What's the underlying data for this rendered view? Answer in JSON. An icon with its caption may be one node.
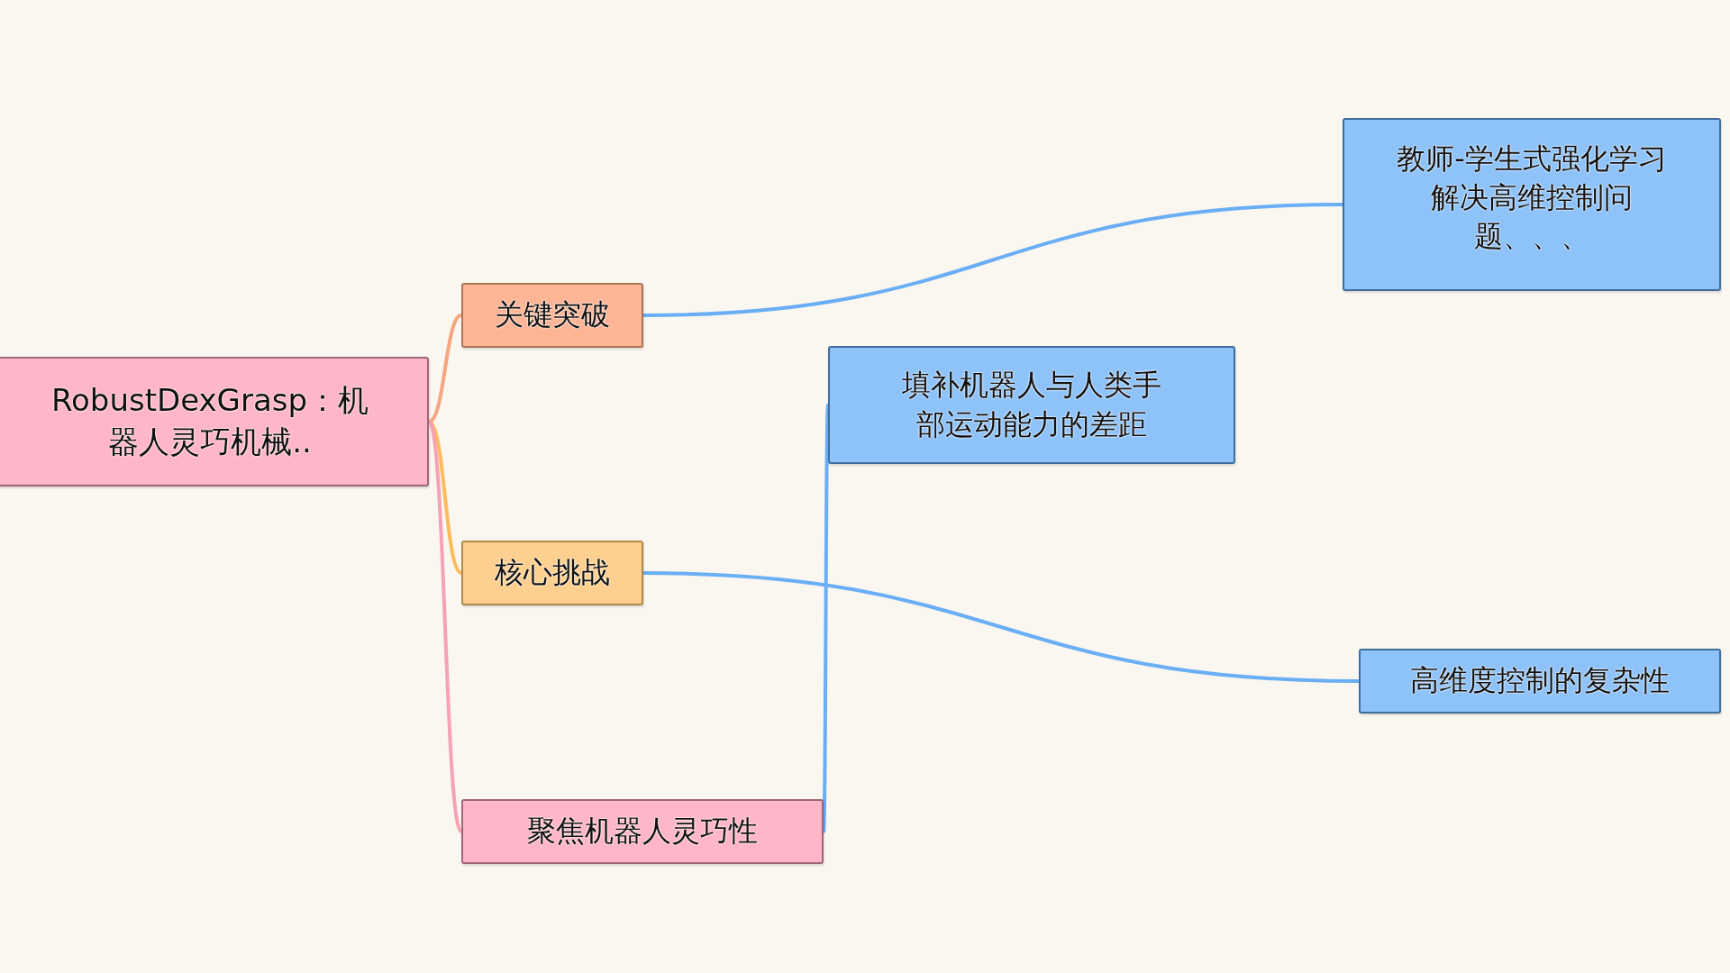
{
  "diagram": {
    "nodes": [
      {
        "text": [
          "RobustDexGrasp：机器人灵巧机械.."
        ]
      },
      {
        "text": [
          "关键突破"
        ]
      },
      {
        "text": [
          "核心挑战"
        ]
      },
      {
        "text": [
          "聚焦机器人灵巧性"
        ]
      },
      {
        "text": [
          "教师-学生式强化学习解决高维控制问题、、、"
        ]
      },
      {
        "text": [
          "填补机器人与人类手部运动能力的差距"
        ]
      },
      {
        "text": [
          "高维度控制的复杂性"
        ]
      }
    ],
    "edges": [
      {
        "from": 0,
        "to": 1,
        "arrow": "none",
        "color": "#f5a57f"
      },
      {
        "from": 0,
        "to": 2,
        "arrow": "none",
        "color": "#fdbb5c"
      },
      {
        "from": 0,
        "to": 3,
        "arrow": "none",
        "color": "#f7a1b5"
      },
      {
        "from": 1,
        "to": 4,
        "arrow": "none"
      },
      {
        "from": 2,
        "to": 6,
        "arrow": "none"
      },
      {
        "from": 3,
        "to": 5,
        "arrow": "none"
      }
    ]
  }
}
